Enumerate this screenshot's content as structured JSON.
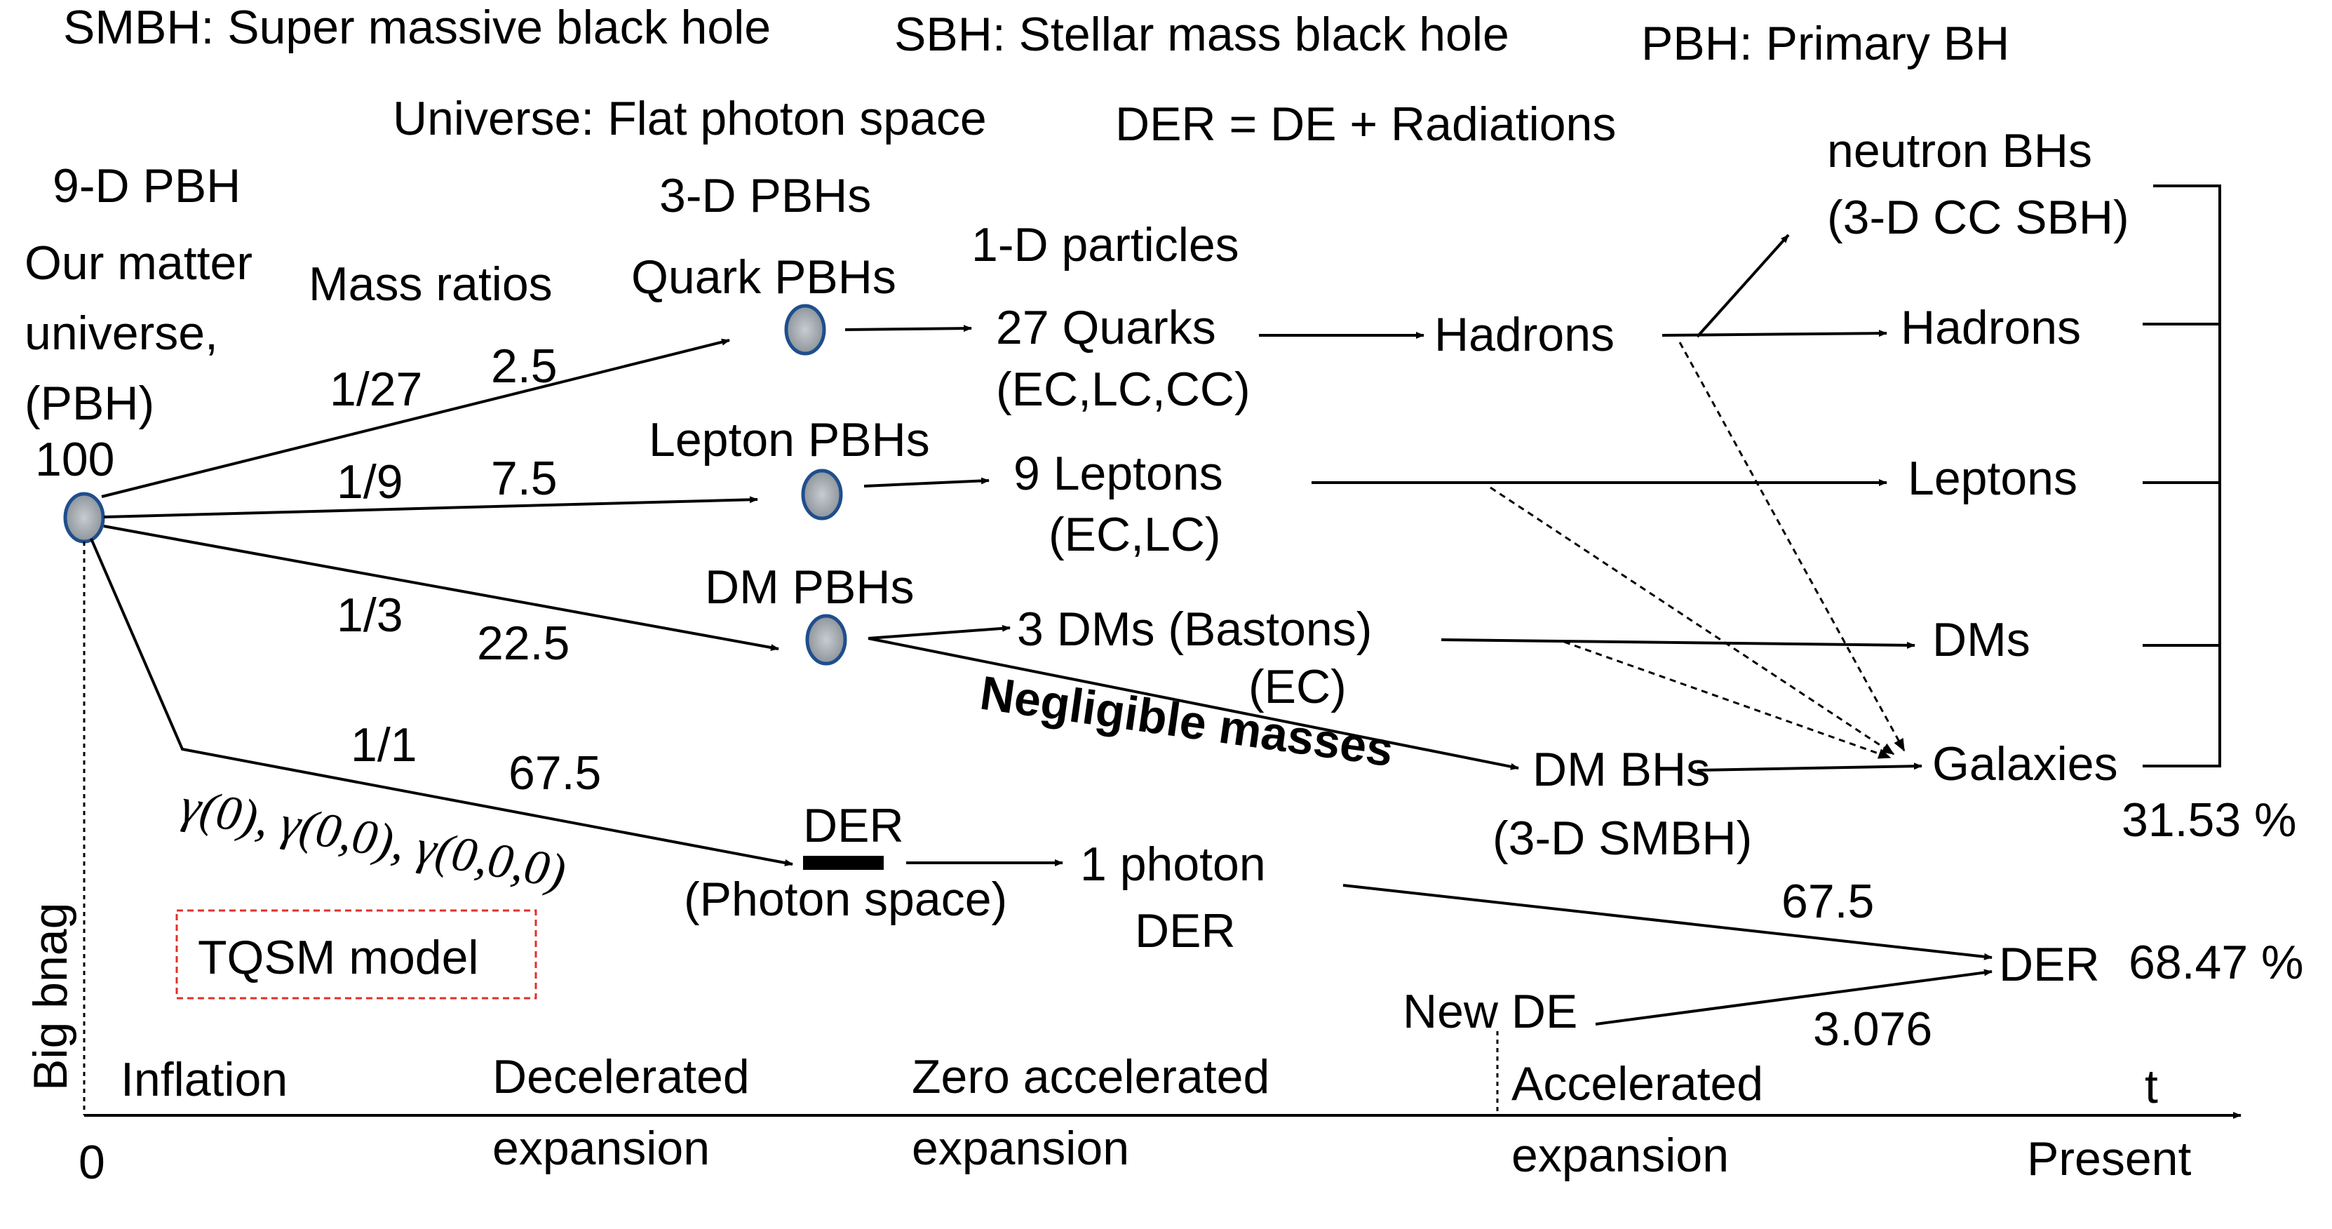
{
  "legend": {
    "smbh": "SMBH: Super massive black hole",
    "sbh": "SBH: Stellar mass black hole",
    "pbh": "PBH: Primary BH",
    "universe": "Universe: Flat photon space",
    "der_def": "DER = DE + Radiations"
  },
  "origin": {
    "line1": "9-D PBH",
    "line2": "Our matter",
    "line3": "universe,",
    "line4": "(PBH)",
    "value": "100",
    "big_bang": "Big bnag",
    "zero": "0"
  },
  "mass_ratios_label": "Mass ratios",
  "branches": {
    "quark": {
      "ratio": "1/27",
      "mass": "2.5",
      "pbh_label_top": "3-D PBHs",
      "pbh_label": "Quark PBHs",
      "particles_header": "1-D particles",
      "particles": "27 Quarks",
      "particles_sub": "(EC,LC,CC)"
    },
    "lepton": {
      "ratio": "1/9",
      "mass": "7.5",
      "pbh_label": "Lepton PBHs",
      "particles": "9 Leptons",
      "particles_sub": "(EC,LC)"
    },
    "dm": {
      "ratio": "1/3",
      "mass": "22.5",
      "pbh_label": "DM PBHs",
      "particles": "3 DMs (Bastons)",
      "particles_sub": "(EC)",
      "negligible": "Negligible masses"
    },
    "photon": {
      "ratio": "1/1",
      "mass": "67.5",
      "gamma": "γ(0), γ(0,0), γ(0,0,0)",
      "der_label": "DER",
      "der_sub": "(Photon space)",
      "photon_line1": "1 photon",
      "photon_line2": "DER"
    }
  },
  "mid": {
    "hadrons": "Hadrons",
    "dm_bhs": "DM BHs",
    "dm_bhs_sub": "(3-D SMBH)",
    "new_de": "New DE"
  },
  "right": {
    "neutron_line1": "neutron BHs",
    "neutron_line2": "(3-D CC SBH)",
    "hadrons": "Hadrons",
    "leptons": "Leptons",
    "dms": "DMs",
    "galaxies": "Galaxies",
    "matter_pct": "31.53 %",
    "der": "DER",
    "der_pct": "68.47 %",
    "der_in_top": "67.5",
    "der_in_bottom": "3.076"
  },
  "model_box": "TQSM model",
  "timeline": {
    "t_label": "t",
    "inflation": "Inflation",
    "decel_1": "Decelerated",
    "decel_2": "expansion",
    "zero_1": "Zero accelerated",
    "zero_2": "expansion",
    "accel_1": "Accelerated",
    "accel_2": "expansion",
    "present": "Present"
  },
  "colors": {
    "ink": "#000000",
    "node_fill": "#a9b0b6",
    "node_stroke": "#1f4e8c",
    "box_border": "#e0302a"
  }
}
